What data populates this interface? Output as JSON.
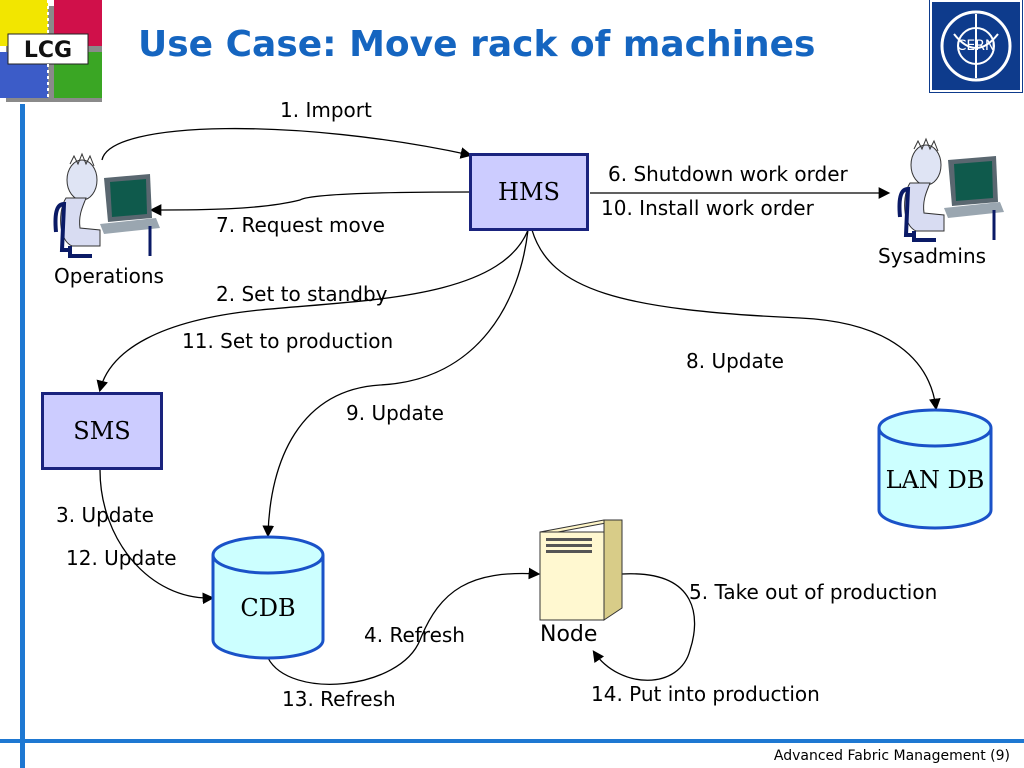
{
  "slide": {
    "title": "Use Case: Move rack of machines",
    "footer": "Advanced Fabric Management (9)"
  },
  "logos": {
    "lcg_text": "LCG",
    "cern_text": "CERN"
  },
  "nodes": {
    "hms": "HMS",
    "sms": "SMS",
    "cdb": "CDB",
    "lan_db": "LAN DB",
    "node": "Node",
    "operations": "Operations",
    "sysadmins": "Sysadmins"
  },
  "steps": {
    "s1": "1. Import",
    "s2": "2. Set to standby",
    "s3": "3. Update",
    "s4": "4. Refresh",
    "s5": "5. Take out of production",
    "s6": "6. Shutdown work order",
    "s7": "7. Request move",
    "s8": "8. Update",
    "s9": "9. Update",
    "s10": "10. Install work order",
    "s11": "11. Set to production",
    "s12": "12. Update",
    "s13": "13. Refresh",
    "s14": "14. Put into production"
  },
  "colors": {
    "title": "#1565c0",
    "accent_line": "#1e78d2",
    "box_fill": "#ccccff",
    "box_border": "#1a237e",
    "db_fill": "#ccffff",
    "db_border": "#1a52c8"
  }
}
